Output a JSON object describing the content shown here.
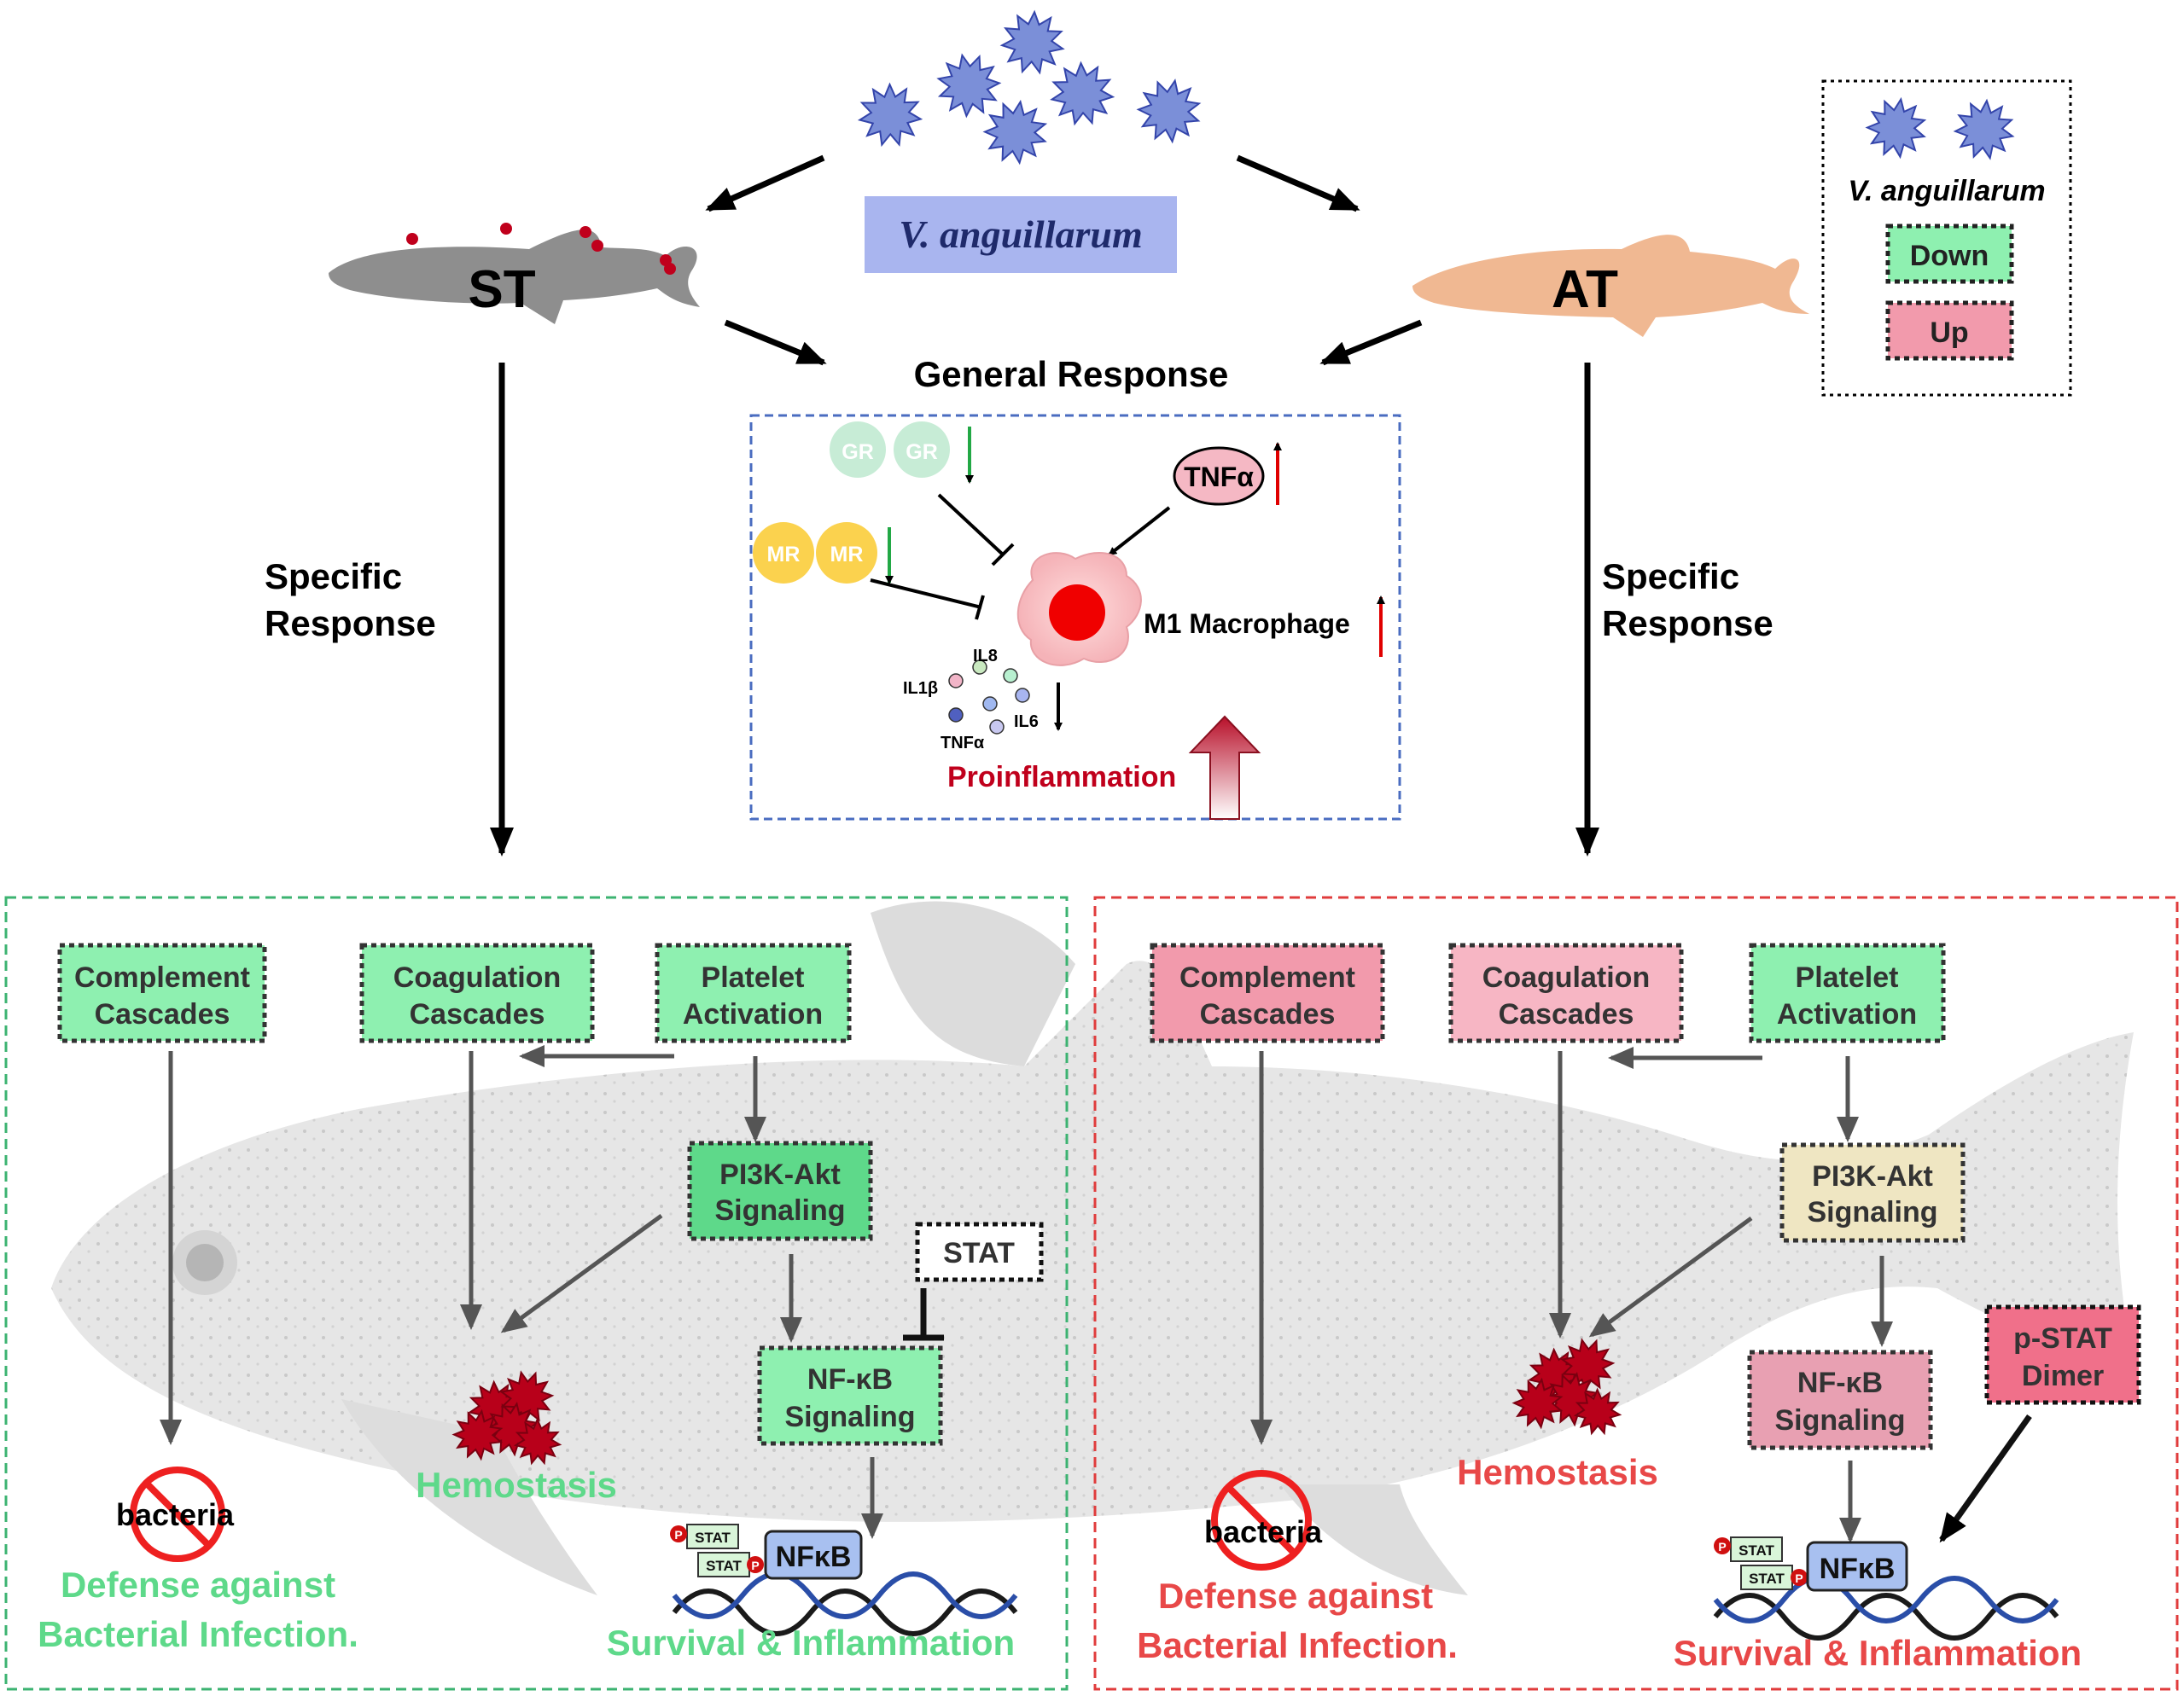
{
  "pathogen": {
    "name": "V. anguillarum",
    "color": "#7b8fd8"
  },
  "legend": {
    "pathogen_label": "V. anguillarum",
    "down_label": "Down",
    "up_label": "Up",
    "down_color": "#8ef0b0",
    "up_color": "#f29aac"
  },
  "groups": {
    "st_label": "ST",
    "at_label": "AT",
    "specific_line1": "Specific",
    "specific_line2": "Response"
  },
  "general": {
    "title": "General Response",
    "gr": "GR",
    "mr": "MR",
    "tnf_box": "TNFα",
    "macrophage": "M1 Macrophage",
    "il8": "IL8",
    "il1b": "IL1β",
    "tnfa": "TNFα",
    "il6": "IL6",
    "proinflammation": "Proinflammation"
  },
  "panels": {
    "st": {
      "color": "#3cb371",
      "complement": [
        "Complement",
        "Cascades"
      ],
      "coagulation": [
        "Coagulation",
        "Cascades"
      ],
      "platelet": [
        "Platelet",
        "Activation"
      ],
      "pi3k": [
        "PI3K-Akt",
        "Signaling"
      ],
      "nfkb": [
        "NF-κB",
        "Signaling"
      ],
      "stat": "STAT",
      "bacteria": "bacteria",
      "defense": [
        "Defense against",
        "Bacterial Infection."
      ],
      "hemostasis": "Hemostasis",
      "survival": "Survival & Inflammation",
      "dna_stat": "STAT",
      "dna_nfkb": "NFκB",
      "p": "P"
    },
    "at": {
      "color": "#e03c3c",
      "complement": [
        "Complement",
        "Cascades"
      ],
      "coagulation": [
        "Coagulation",
        "Cascades"
      ],
      "platelet": [
        "Platelet",
        "Activation"
      ],
      "pi3k": [
        "PI3K-Akt",
        "Signaling"
      ],
      "nfkb": [
        "NF-κB",
        "Signaling"
      ],
      "pstat": [
        "p-STAT",
        "Dimer"
      ],
      "bacteria": "bacteria",
      "defense": [
        "Defense against",
        "Bacterial Infection."
      ],
      "hemostasis": "Hemostasis",
      "survival": "Survival & Inflammation",
      "dna_stat": "STAT",
      "dna_nfkb": "NFκB",
      "p": "P"
    }
  }
}
